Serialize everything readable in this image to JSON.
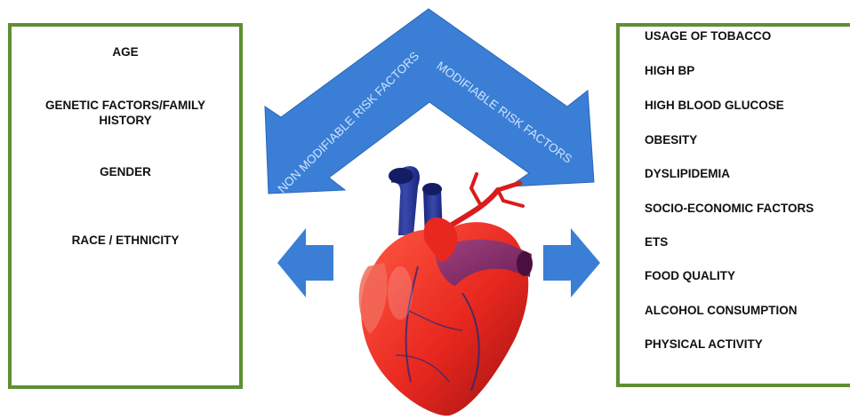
{
  "left_box": {
    "items": [
      "AGE",
      "GENETIC FACTORS/FAMILY",
      "HISTORY",
      "GENDER",
      "RACE / ETHNICITY"
    ]
  },
  "right_box": {
    "items": [
      "USAGE OF TOBACCO",
      "HIGH BP",
      "HIGH  BLOOD GLUCOSE",
      "OBESITY",
      "DYSLIPIDEMIA",
      "SOCIO-ECONOMIC FACTORS",
      "ETS",
      "FOOD QUALITY",
      "ALCOHOL CONSUMPTION",
      "PHYSICAL ACTIVITY"
    ]
  },
  "chevron": {
    "left_label": "NON MODIFIABLE RISK FACTORS",
    "right_label": "MODIFIABLE RISK FACTORS"
  },
  "colors": {
    "box_border": "#5e8f32",
    "arrow_blue": "#3a7fd5",
    "arrow_text": "#cfe2ff",
    "heart_red": "#e8281f",
    "vessel_blue": "#23318f"
  },
  "icons": [
    "left-arrow-icon",
    "right-arrow-icon",
    "heart-icon"
  ]
}
